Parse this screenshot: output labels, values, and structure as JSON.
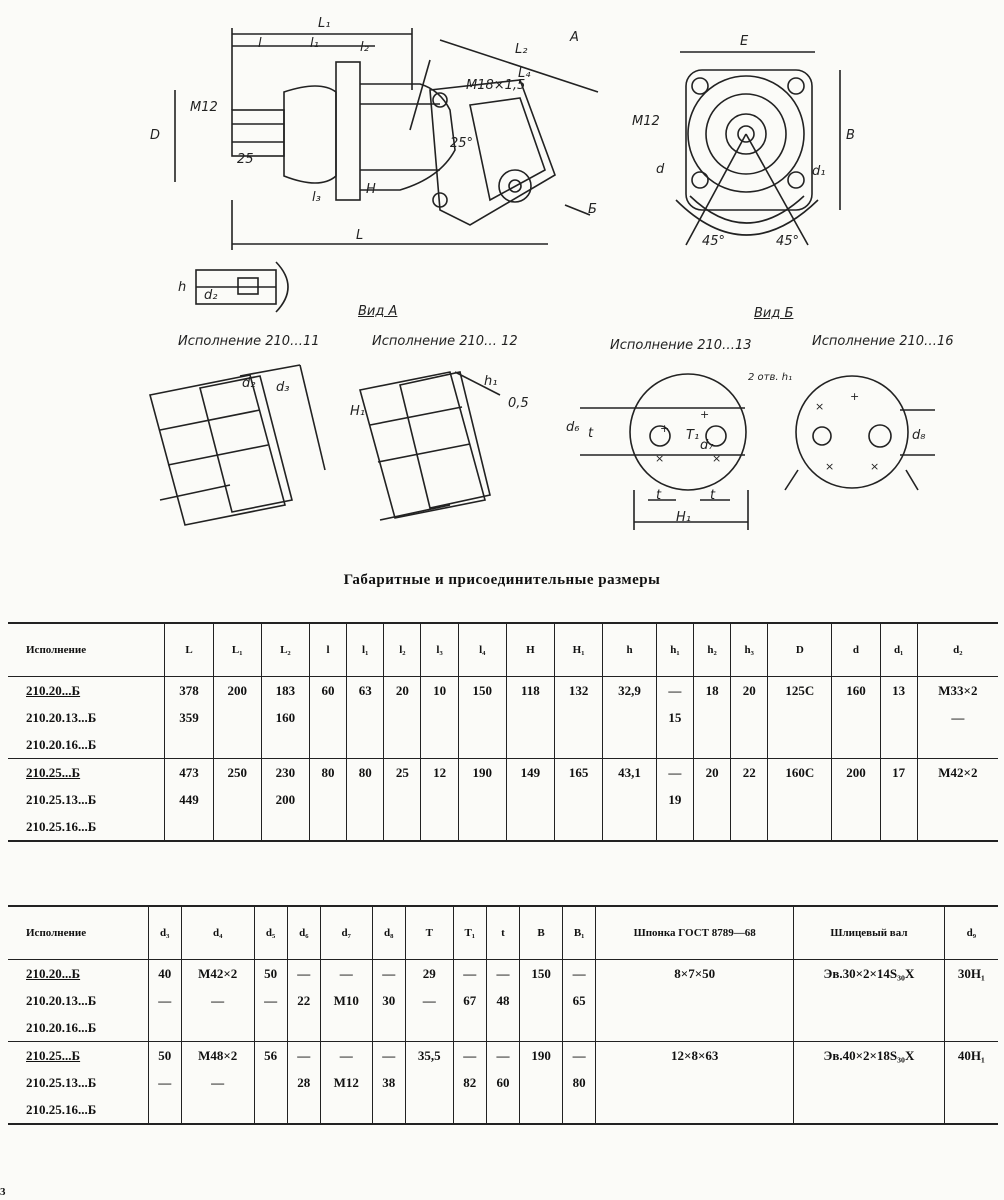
{
  "drawing_labels": {
    "top": [
      "L₁",
      "l",
      "l₁",
      "l₂",
      "L₂",
      "L₄",
      "M18×1,5",
      "A",
      "M12",
      "D",
      "25",
      "25°",
      "l₃",
      "H",
      "L",
      "Б",
      "E",
      "M12",
      "B",
      "d",
      "d₁",
      "45°",
      "45°",
      "h",
      "d₂"
    ],
    "view_a": "Вид А",
    "view_b": "Вид Б",
    "exec_11": "Исполнение 210…11",
    "exec_12": "Исполнение 210… 12",
    "exec_13": "Исполнение 210…13",
    "exec_16": "Исполнение 210…16",
    "small": [
      "d₂",
      "d₃",
      "0,5",
      "h₁",
      "H₁",
      "d₆",
      "t",
      "T₁",
      "t",
      "t",
      "H₁",
      "d₈",
      "d₇",
      "2 отв. h₁"
    ]
  },
  "caption": "Габаритные и присоединительные размеры",
  "table1": {
    "headers": [
      "Исполнение",
      "L",
      "L₁",
      "L₂",
      "l",
      "l₁",
      "l₂",
      "l₃",
      "l₄",
      "H",
      "H₁",
      "h",
      "h₁",
      "h₂",
      "h₃",
      "D",
      "d",
      "d₁",
      "d₂"
    ],
    "rows": [
      [
        "210.20...Б",
        "378",
        "200",
        "183",
        "60",
        "63",
        "20",
        "10",
        "150",
        "118",
        "132",
        "32,9",
        "—",
        "18",
        "20",
        "125C",
        "160",
        "13",
        "M33×2"
      ],
      [
        "210.20.13...Б",
        "359",
        "",
        "160",
        "",
        "",
        "",
        "",
        "",
        "",
        "",
        "",
        "15",
        "",
        "",
        "",
        "",
        "",
        "—"
      ],
      [
        "210.20.16...Б",
        "",
        "",
        "",
        "",
        "",
        "",
        "",
        "",
        "",
        "",
        "",
        "",
        "",
        "",
        "",
        "",
        "",
        ""
      ],
      [
        "210.25...Б",
        "473",
        "250",
        "230",
        "80",
        "80",
        "25",
        "12",
        "190",
        "149",
        "165",
        "43,1",
        "—",
        "20",
        "22",
        "160C",
        "200",
        "17",
        "M42×2"
      ],
      [
        "210.25.13...Б",
        "449",
        "",
        "200",
        "",
        "",
        "",
        "",
        "",
        "",
        "",
        "",
        "19",
        "",
        "",
        "",
        "",
        "",
        ""
      ],
      [
        "210.25.16...Б",
        "",
        "",
        "",
        "",
        "",
        "",
        "",
        "",
        "",
        "",
        "",
        "",
        "",
        "",
        "",
        "",
        "",
        ""
      ]
    ]
  },
  "table2": {
    "headers": [
      "Исполнение",
      "d₃",
      "d₄",
      "d₅",
      "d₆",
      "d₇",
      "d₈",
      "T",
      "T₁",
      "t",
      "B",
      "B₁",
      "Шпонка ГОСТ 8789—68",
      "Шлицевый вал",
      "d₉"
    ],
    "rows": [
      [
        "210.20...Б",
        "40",
        "M42×2",
        "50",
        "—",
        "—",
        "—",
        "29",
        "—",
        "—",
        "150",
        "—",
        "8×7×50",
        "Эв.30×2×14S₃₀X",
        "30H₁"
      ],
      [
        "210.20.13...Б",
        "—",
        "—",
        "—",
        "22",
        "M10",
        "30",
        "—",
        "67",
        "48",
        "",
        "65",
        "",
        "",
        ""
      ],
      [
        "210.20.16...Б",
        "",
        "",
        "",
        "",
        "",
        "",
        "",
        "",
        "",
        "",
        "",
        "",
        "",
        ""
      ],
      [
        "210.25...Б",
        "50",
        "M48×2",
        "56",
        "—",
        "—",
        "—",
        "35,5",
        "—",
        "—",
        "190",
        "—",
        "12×8×63",
        "Эв.40×2×18S₃₀X",
        "40H₁"
      ],
      [
        "210.25.13...Б",
        "—",
        "—",
        "",
        "28",
        "M12",
        "38",
        "",
        "82",
        "60",
        "",
        "80",
        "",
        "",
        ""
      ],
      [
        "210.25.16...Б",
        "",
        "",
        "",
        "",
        "",
        "",
        "",
        "",
        "",
        "",
        "",
        "",
        "",
        ""
      ]
    ]
  },
  "page_mark": "3"
}
